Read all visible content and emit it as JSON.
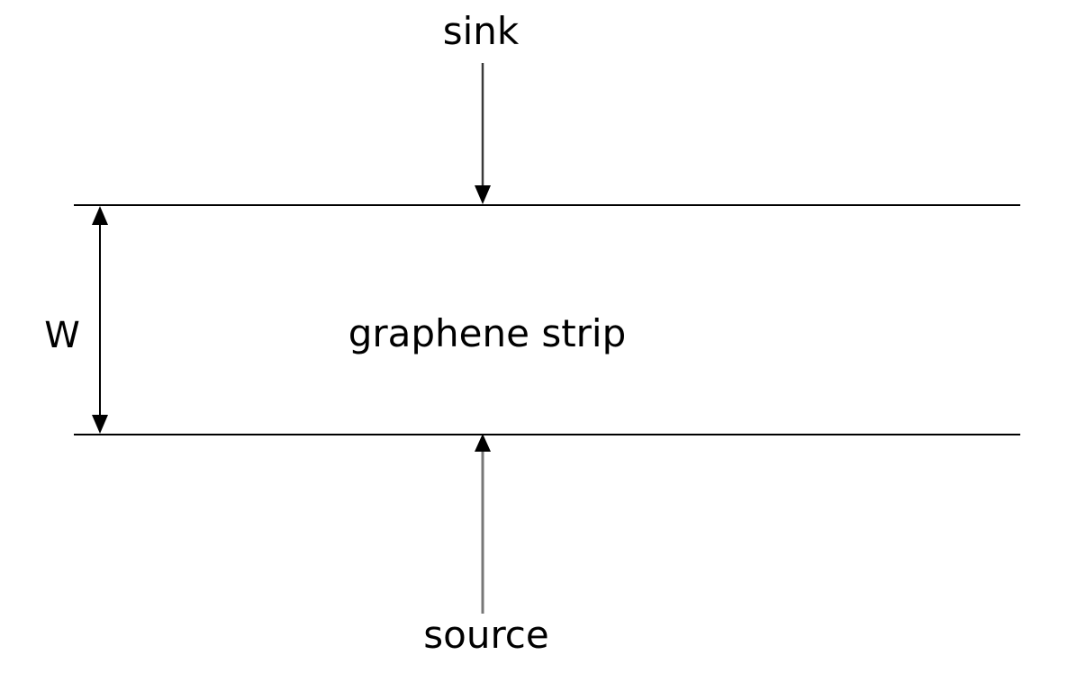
{
  "labels": {
    "sink": "sink",
    "source": "source",
    "width": "W",
    "strip": "graphene strip"
  },
  "colors": {
    "line": "#000000",
    "sink_arrow": "#3a3a3a",
    "source_arrow": "#777777",
    "background": "#ffffff"
  }
}
